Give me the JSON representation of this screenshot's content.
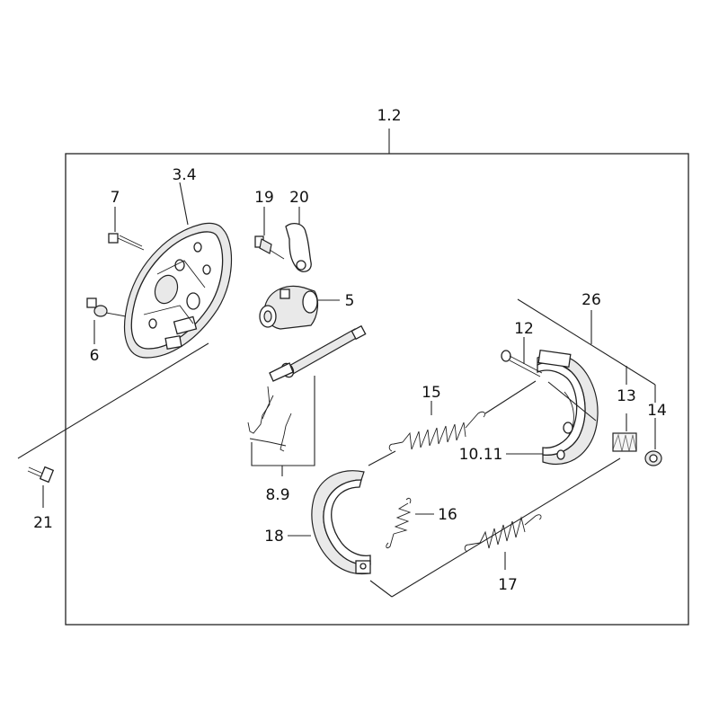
{
  "labels": {
    "assembly": "1.2",
    "backing_plate": "3.4",
    "bolt_7": "7",
    "bleeder_6": "6",
    "bleeder_19": "19",
    "lever_20": "20",
    "wheel_cylinder": "5",
    "adjuster": "8.9",
    "bolt_21": "21",
    "kit_26": "26",
    "pin_12": "12",
    "spring_13": "13",
    "cup_14": "14",
    "spring_15": "15",
    "shoe_10_11": "10.11",
    "spring_16": "16",
    "shoe_18": "18",
    "spring_17": "17"
  }
}
